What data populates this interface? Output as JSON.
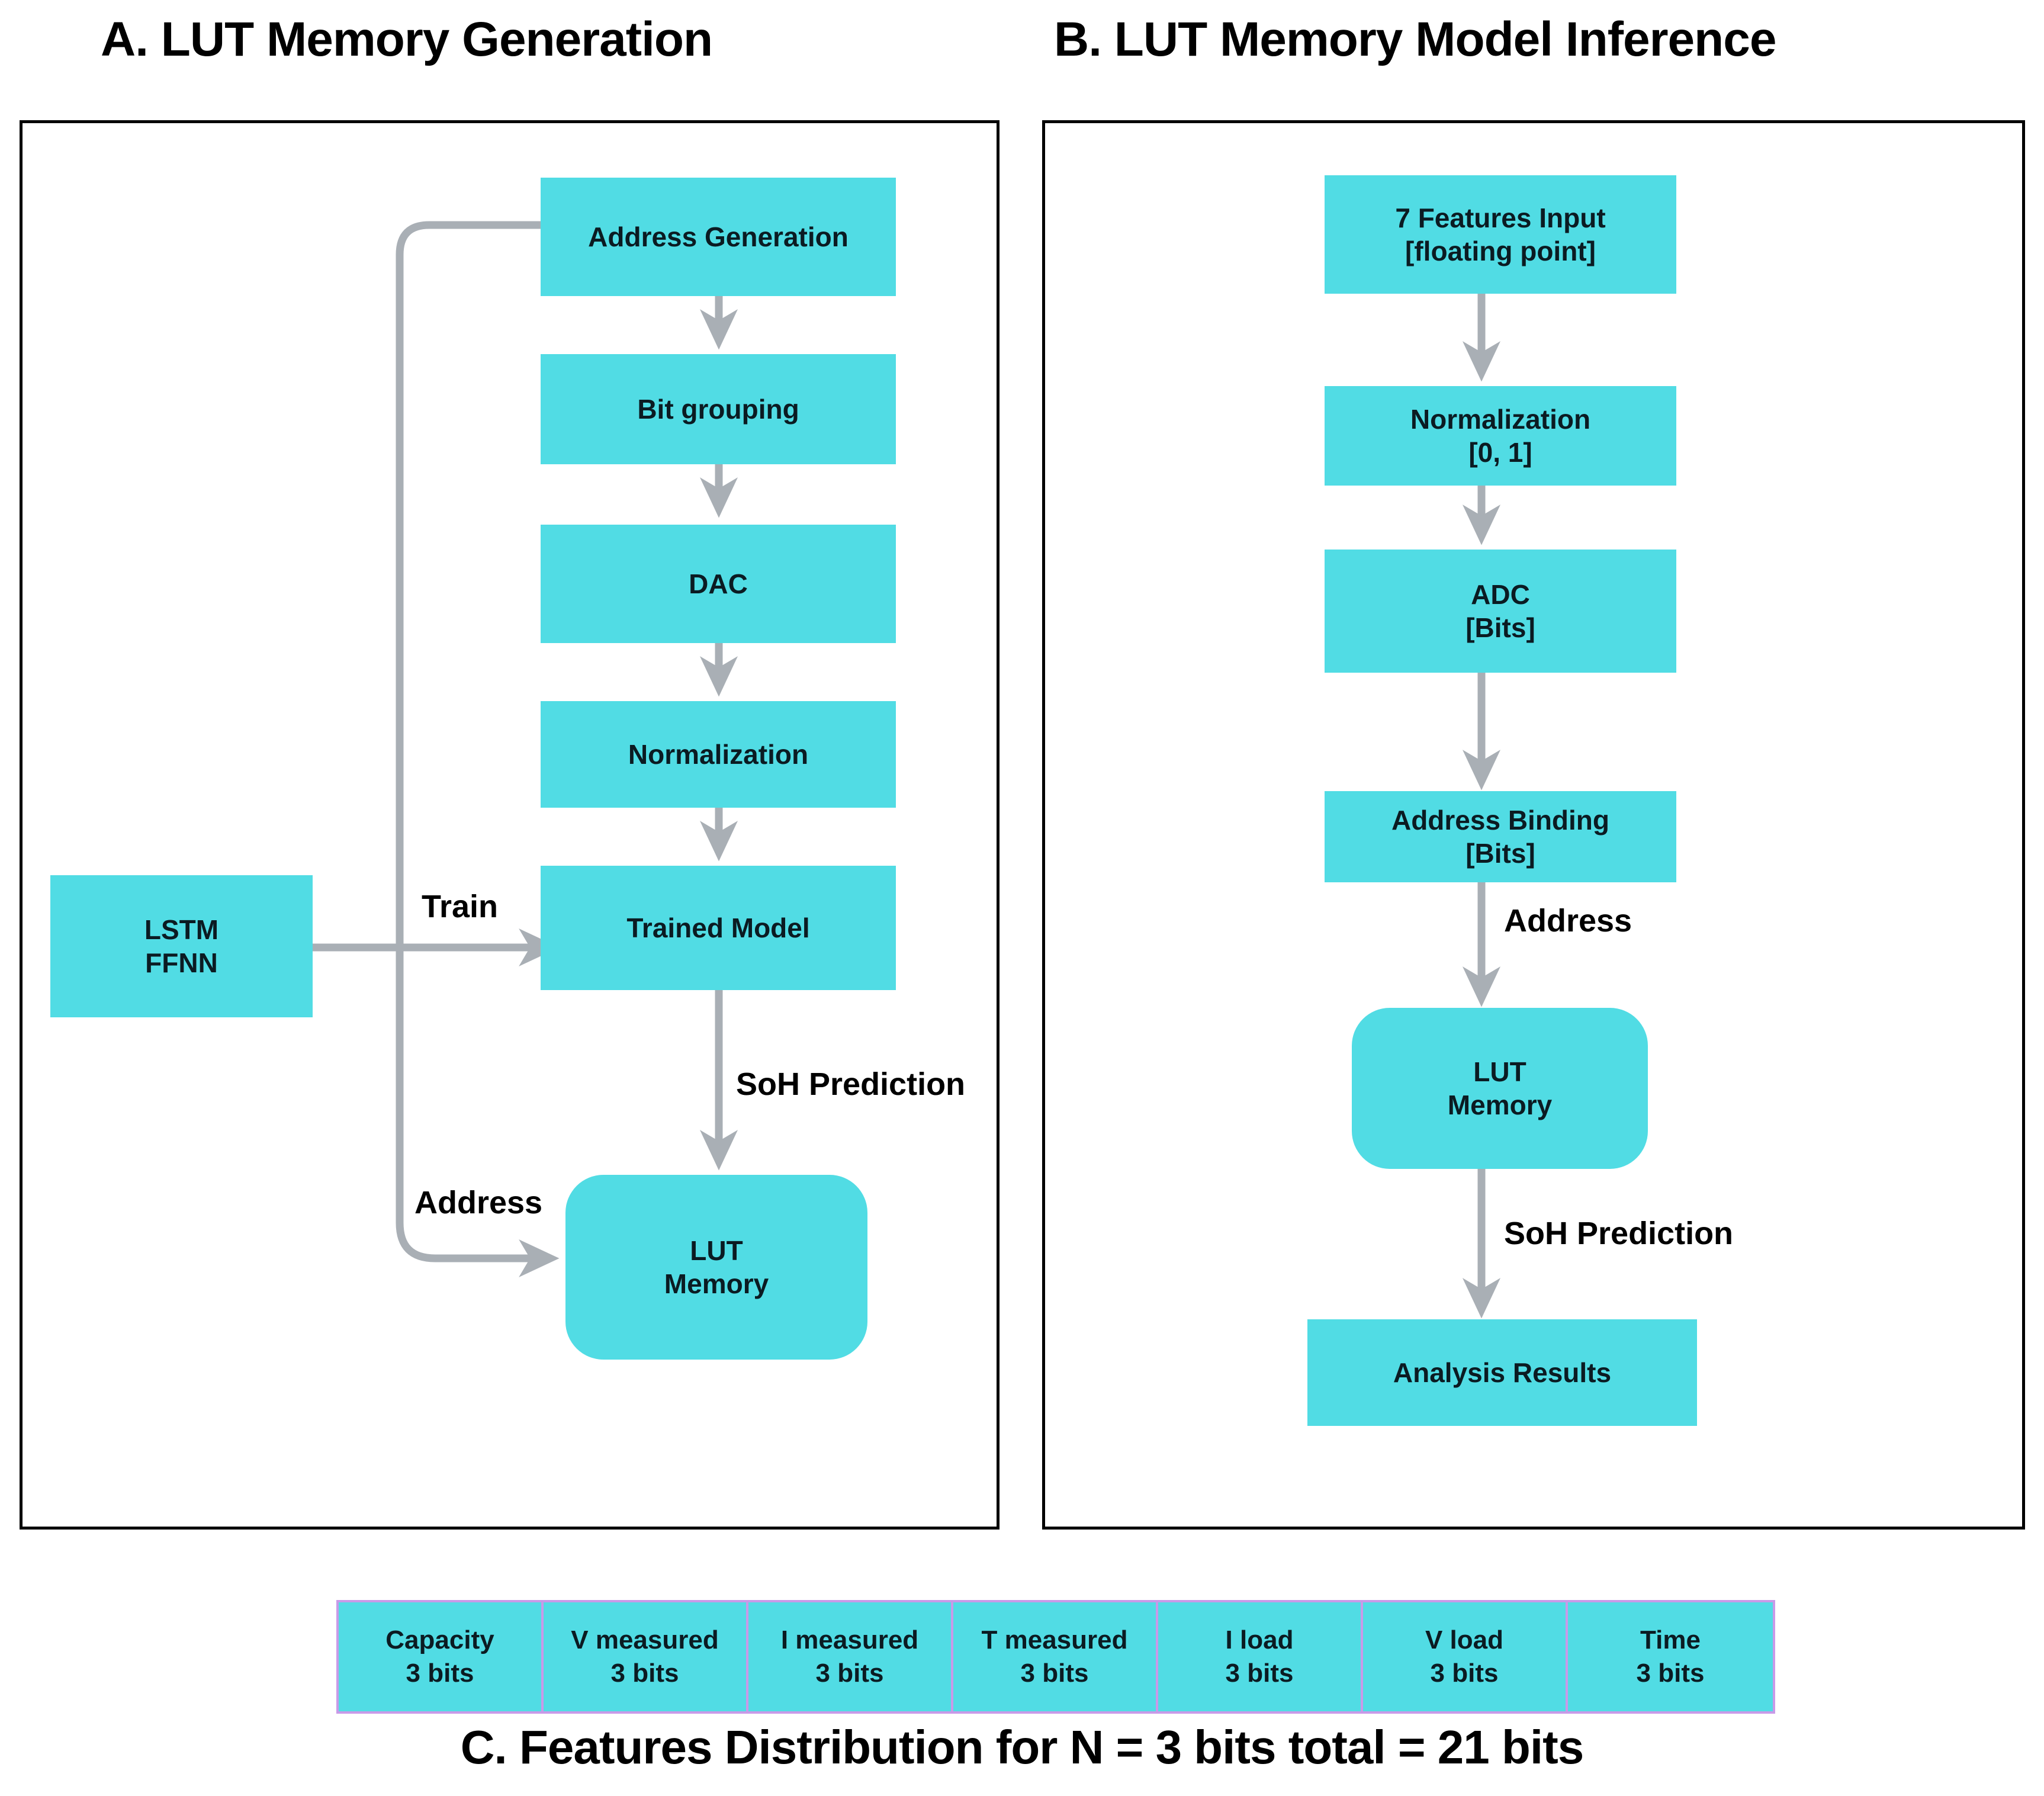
{
  "panels": {
    "a": {
      "title": "A. LUT Memory Generation",
      "nodes": {
        "address_generation": {
          "line1": "Address Generation"
        },
        "bit_grouping": {
          "line1": "Bit grouping"
        },
        "dac": {
          "line1": "DAC"
        },
        "normalization": {
          "line1": "Normalization"
        },
        "trained_model": {
          "line1": "Trained Model"
        },
        "lstm_ffnn": {
          "line1": "LSTM",
          "line2": "FFNN"
        },
        "lut_memory": {
          "line1": "LUT",
          "line2": "Memory"
        }
      },
      "edge_labels": {
        "train": "Train",
        "soh_prediction": "SoH Prediction",
        "address": "Address"
      }
    },
    "b": {
      "title": "B. LUT Memory Model Inference",
      "nodes": {
        "features_input": {
          "line1": "7 Features Input",
          "line2": "[floating point]"
        },
        "normalization": {
          "line1": "Normalization",
          "line2": "[0, 1]"
        },
        "adc": {
          "line1": "ADC",
          "line2": "[Bits]"
        },
        "address_binding": {
          "line1": "Address Binding",
          "line2": "[Bits]"
        },
        "lut_memory": {
          "line1": "LUT",
          "line2": "Memory"
        },
        "analysis_results": {
          "line1": "Analysis Results"
        }
      },
      "edge_labels": {
        "address": "Address",
        "soh_prediction": "SoH Prediction"
      }
    },
    "c": {
      "caption": "C. Features Distribution for N = 3 bits total = 21 bits",
      "features": [
        {
          "name": "Capacity",
          "bits": "3 bits"
        },
        {
          "name": "V measured",
          "bits": "3 bits"
        },
        {
          "name": "I measured",
          "bits": "3 bits"
        },
        {
          "name": "T measured",
          "bits": "3 bits"
        },
        {
          "name": "I load",
          "bits": "3 bits"
        },
        {
          "name": "V load",
          "bits": "3 bits"
        },
        {
          "name": "Time",
          "bits": "3 bits"
        }
      ]
    }
  },
  "colors": {
    "node_fill": "#51DCE4",
    "node_text": "#0b1b22",
    "connector": "#A9AFB5",
    "panel_border": "#000000",
    "feature_cell_border": "#C89AE8"
  }
}
